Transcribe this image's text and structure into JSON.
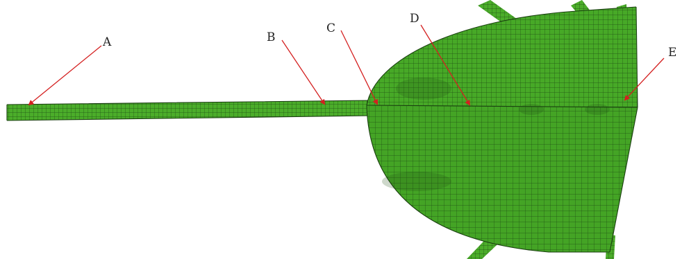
{
  "labels": {
    "a": "A",
    "b": "B",
    "c": "C",
    "d": "D",
    "e": "E"
  },
  "colors": {
    "mesh_fill": "#47a927",
    "mesh_fill_dark": "#3a9420",
    "mesh_line": "#1f4d14",
    "pointer_arrow": "#d42020",
    "label_text": "#222222",
    "background": "#ffffff"
  }
}
